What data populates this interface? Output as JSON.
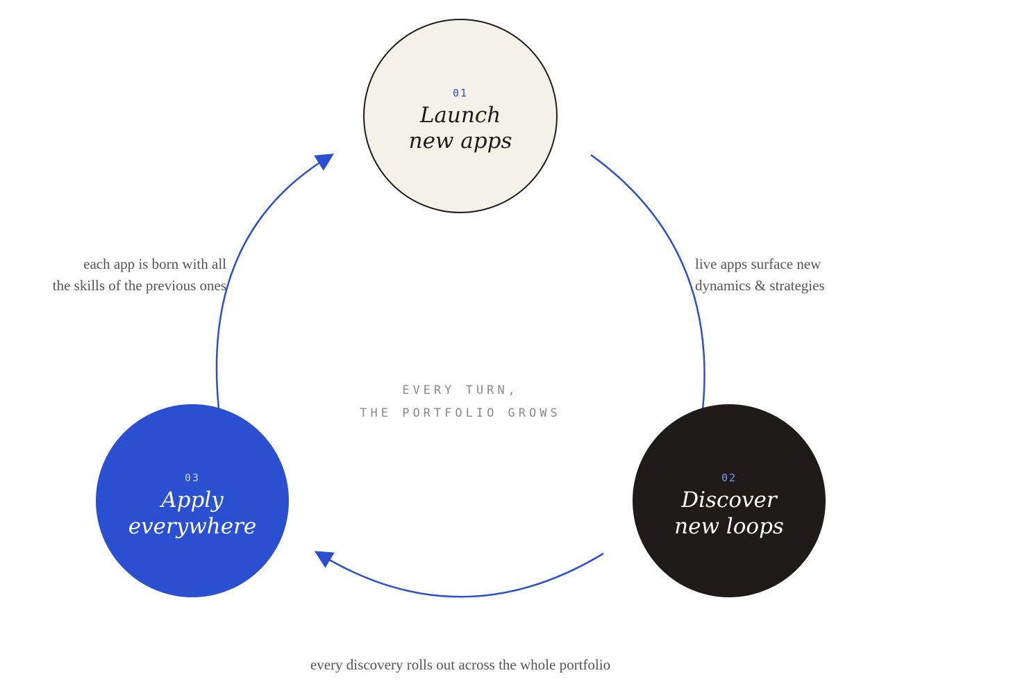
{
  "colors": {
    "accent": "#2a4fd0",
    "ink": "#1f1b18",
    "cream": "#f4f1e8",
    "label_gray": "#555555",
    "center_gray": "#8a8a8a",
    "num_dark": "#2a4fd0",
    "num_light": "#c9d3ff",
    "num_on_dark": "#7f96ff"
  },
  "nodes": {
    "launch": {
      "number": "01",
      "title_line1": "Launch",
      "title_line2": "new apps"
    },
    "discover": {
      "number": "02",
      "title_line1": "Discover",
      "title_line2": "new loops"
    },
    "apply": {
      "number": "03",
      "title_line1": "Apply",
      "title_line2": "everywhere"
    }
  },
  "edges": {
    "launch_to_discover": {
      "line1": "live apps surface new",
      "line2": "dynamics & strategies"
    },
    "discover_to_apply": {
      "line1": "every discovery rolls out across the whole portfolio"
    },
    "apply_to_launch": {
      "line1": "each app is born with all",
      "line2": "the skills of the previous ones"
    }
  },
  "center": {
    "line1": "EVERY TURN,",
    "line2": "THE PORTFOLIO GROWS"
  }
}
